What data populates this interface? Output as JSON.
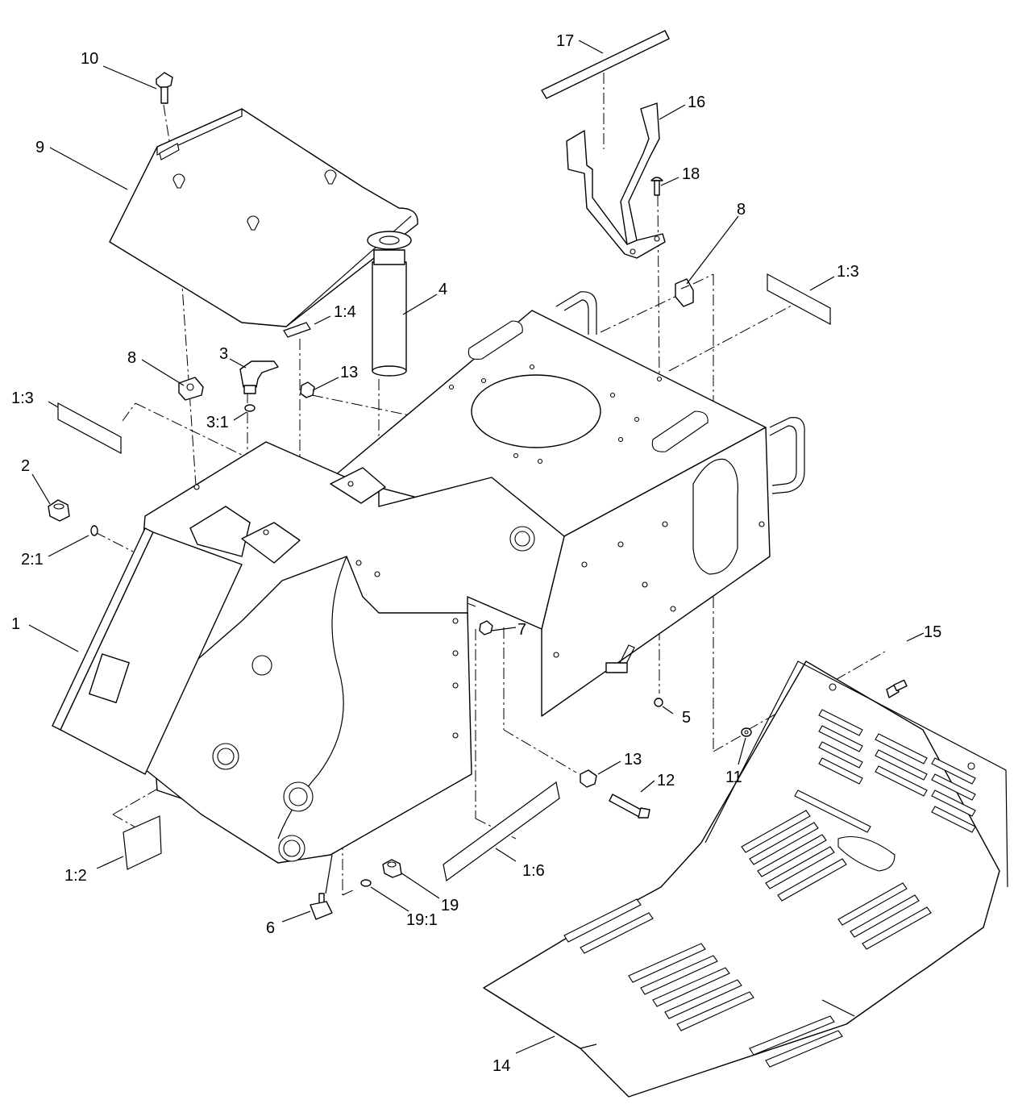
{
  "callouts": [
    {
      "id": "c1",
      "label": "1"
    },
    {
      "id": "c1_2",
      "label": "1:2"
    },
    {
      "id": "c1_3a",
      "label": "1:3"
    },
    {
      "id": "c1_3b",
      "label": "1:3"
    },
    {
      "id": "c1_4",
      "label": "1:4"
    },
    {
      "id": "c1_6",
      "label": "1:6"
    },
    {
      "id": "c2",
      "label": "2"
    },
    {
      "id": "c2_1",
      "label": "2:1"
    },
    {
      "id": "c3",
      "label": "3"
    },
    {
      "id": "c3_1",
      "label": "3:1"
    },
    {
      "id": "c4",
      "label": "4"
    },
    {
      "id": "c5",
      "label": "5"
    },
    {
      "id": "c6",
      "label": "6"
    },
    {
      "id": "c7",
      "label": "7"
    },
    {
      "id": "c8a",
      "label": "8"
    },
    {
      "id": "c8b",
      "label": "8"
    },
    {
      "id": "c9",
      "label": "9"
    },
    {
      "id": "c10",
      "label": "10"
    },
    {
      "id": "c11",
      "label": "11"
    },
    {
      "id": "c12",
      "label": "12"
    },
    {
      "id": "c13a",
      "label": "13"
    },
    {
      "id": "c13b",
      "label": "13"
    },
    {
      "id": "c14",
      "label": "14"
    },
    {
      "id": "c15",
      "label": "15"
    },
    {
      "id": "c16",
      "label": "16"
    },
    {
      "id": "c17",
      "label": "17"
    },
    {
      "id": "c18",
      "label": "18"
    },
    {
      "id": "c19",
      "label": "19"
    },
    {
      "id": "c19_1",
      "label": "19:1"
    }
  ]
}
